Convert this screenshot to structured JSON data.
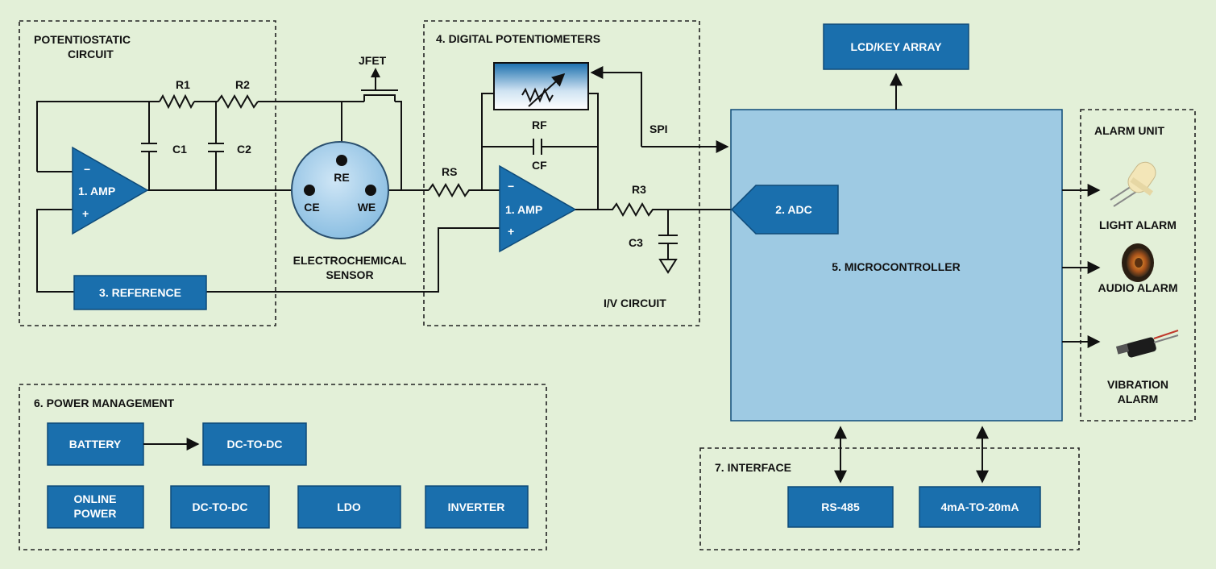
{
  "sections": {
    "potentiostatic": "POTENTIOSTATIC\nCIRCUIT",
    "digital_pot": "4. DIGITAL POTENTIOMETERS",
    "iv_circuit": "I/V CIRCUIT",
    "alarm_unit": "ALARM UNIT",
    "power_management": "6. POWER MANAGEMENT",
    "interface": "7. INTERFACE"
  },
  "blocks": {
    "amp1": "1. AMP",
    "amp2": "1. AMP",
    "reference": "3. REFERENCE",
    "adc": "2. ADC",
    "microcontroller": "5. MICROCONTROLLER",
    "lcd": "LCD/KEY ARRAY",
    "battery": "BATTERY",
    "dcdc1": "DC-TO-DC",
    "online_power": "ONLINE\nPOWER",
    "dcdc2": "DC-TO-DC",
    "ldo": "LDO",
    "inverter": "INVERTER",
    "rs485": "RS-485",
    "current_loop": "4mA-TO-20mA"
  },
  "components": {
    "r1": "R1",
    "r2": "R2",
    "c1": "C1",
    "c2": "C2",
    "jfet": "JFET",
    "re": "RE",
    "ce": "CE",
    "we": "WE",
    "sensor": "ELECTROCHEMICAL\nSENSOR",
    "rs": "RS",
    "rf": "RF",
    "cf": "CF",
    "r3": "R3",
    "c3": "C3",
    "spi": "SPI",
    "minus": "−",
    "plus": "+"
  },
  "alarms": {
    "light": "LIGHT ALARM",
    "audio": "AUDIO ALARM",
    "vibration": "VIBRATION\nALARM"
  },
  "colors": {
    "background": "#e3f0d8",
    "block": "#1a6fad",
    "microcontroller": "#9ecae3"
  }
}
